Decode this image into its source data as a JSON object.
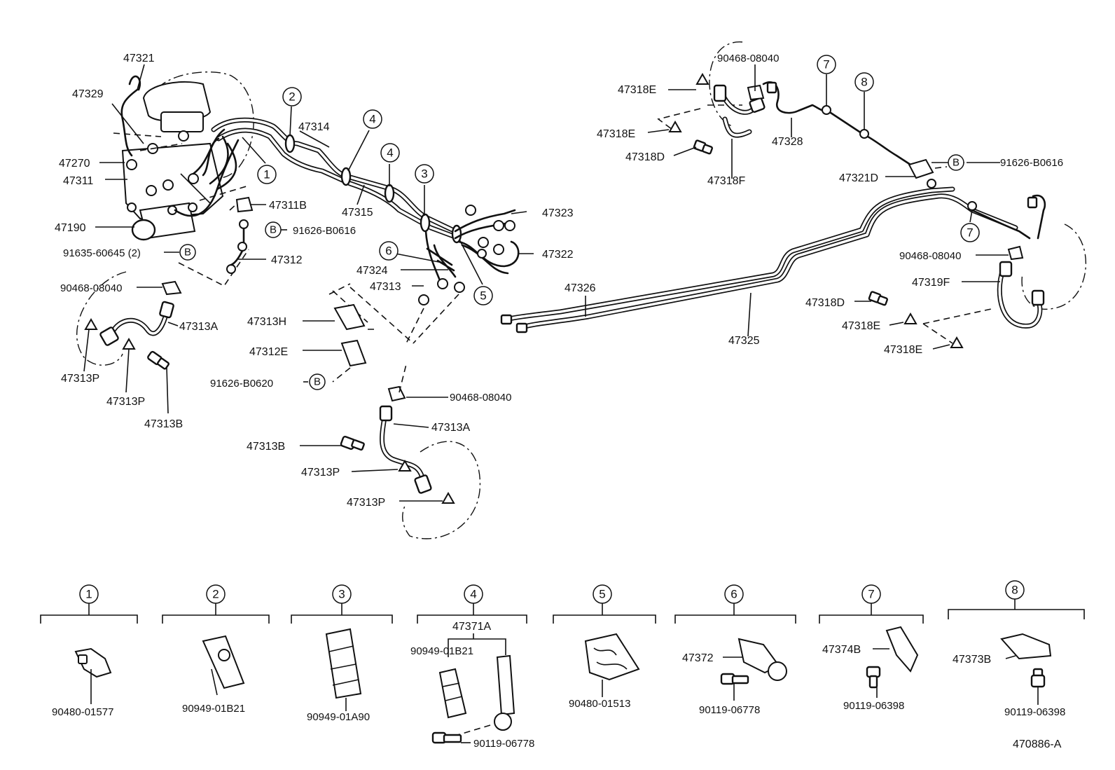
{
  "diagram": {
    "drawing_number": "470886-A",
    "ref_b_letter": "B",
    "callout_labels": {
      "c1": "47321",
      "c2": "47329",
      "c3": "47270",
      "c4": "47311",
      "c5": "47190",
      "c6": "91635-60645 (2)",
      "c7": "47311B",
      "c8": "91626-B0616",
      "c9": "47312",
      "c10": "90468-08040",
      "c11": "47313A",
      "c12": "47313P",
      "c13": "47313P",
      "c14": "47313B",
      "c15": "47314",
      "c16": "47315",
      "c17": "47323",
      "c18": "47322",
      "c19": "47324",
      "c20": "47313",
      "c21": "47313H",
      "c22": "47312E",
      "c23": "91626-B0620",
      "c24": "90468-08040",
      "c25": "47313A",
      "c26": "47313B",
      "c27": "47313P",
      "c28": "47313P",
      "c29": "47326",
      "c30": "47325",
      "c31": "47318E",
      "c32": "90468-08040",
      "c33": "47318E",
      "c34": "47318D",
      "c35": "47318F",
      "c36": "47328",
      "c37": "47321D",
      "c38": "91626-B0616",
      "c39": "90468-08040",
      "c40": "47319F",
      "c41": "47318D",
      "c42": "47318E",
      "c43": "47318E"
    },
    "ref_numbers": {
      "r1": "1",
      "r2": "2",
      "r3": "3",
      "r4": "4",
      "r4b": "4",
      "r5": "5",
      "r6": "6",
      "r7": "7",
      "r7b": "7",
      "r8": "8"
    },
    "detail_panels": [
      {
        "number": "1",
        "labels": [
          "90480-01577"
        ]
      },
      {
        "number": "2",
        "labels": [
          "90949-01B21"
        ]
      },
      {
        "number": "3",
        "labels": [
          "90949-01A90"
        ]
      },
      {
        "number": "4",
        "labels": [
          "47371A",
          "90949-01B21",
          "90119-06778"
        ]
      },
      {
        "number": "5",
        "labels": [
          "90480-01513"
        ]
      },
      {
        "number": "6",
        "labels": [
          "47372",
          "90119-06778"
        ]
      },
      {
        "number": "7",
        "labels": [
          "47374B",
          "90119-06398"
        ]
      },
      {
        "number": "8",
        "labels": [
          "47373B",
          "90119-06398"
        ]
      }
    ]
  }
}
